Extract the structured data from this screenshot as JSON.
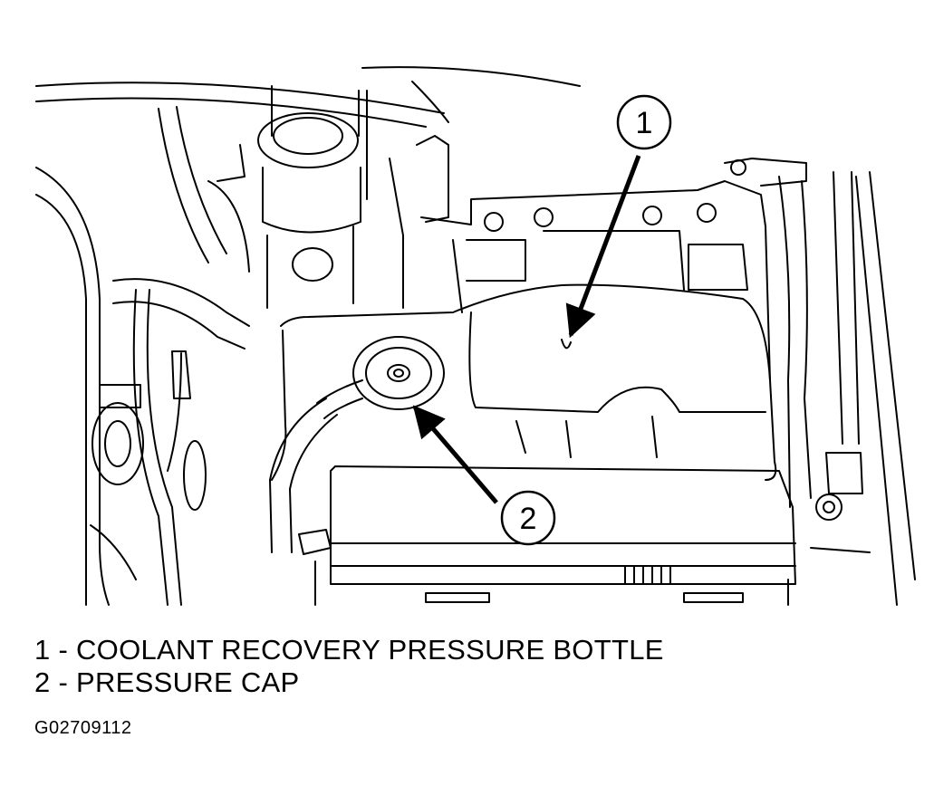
{
  "callouts": [
    {
      "number": "1"
    },
    {
      "number": "2"
    }
  ],
  "legend": [
    {
      "text": "1 - COOLANT RECOVERY PRESSURE BOTTLE"
    },
    {
      "text": "2 - PRESSURE CAP"
    }
  ],
  "figure_id": "G02709112"
}
